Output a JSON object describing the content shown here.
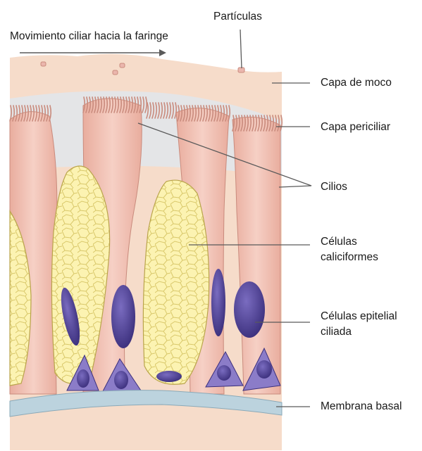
{
  "labels": {
    "particles": "Partículas",
    "ciliary_movement": "Movimiento ciliar hacia la faringe",
    "mucus_layer": "Capa de moco",
    "periciliary_layer": "Capa periciliar",
    "cilia": "Cilios",
    "goblet_cells_line1": "Células",
    "goblet_cells_line2": "caliciformes",
    "ciliated_cells_line1": "Células epitelial",
    "ciliated_cells_line2": "ciliada",
    "basal_membrane": "Membrana basal"
  },
  "colors": {
    "mucus": "#f6dcca",
    "periciliary": "#e3e4e6",
    "ciliated_cell": "#f1c2b6",
    "goblet_cell": "#fbf0a8",
    "nucleus": "#4b3d8f",
    "basal_membrane": "#bcd3de",
    "leader_line": "#5a5a5a"
  }
}
